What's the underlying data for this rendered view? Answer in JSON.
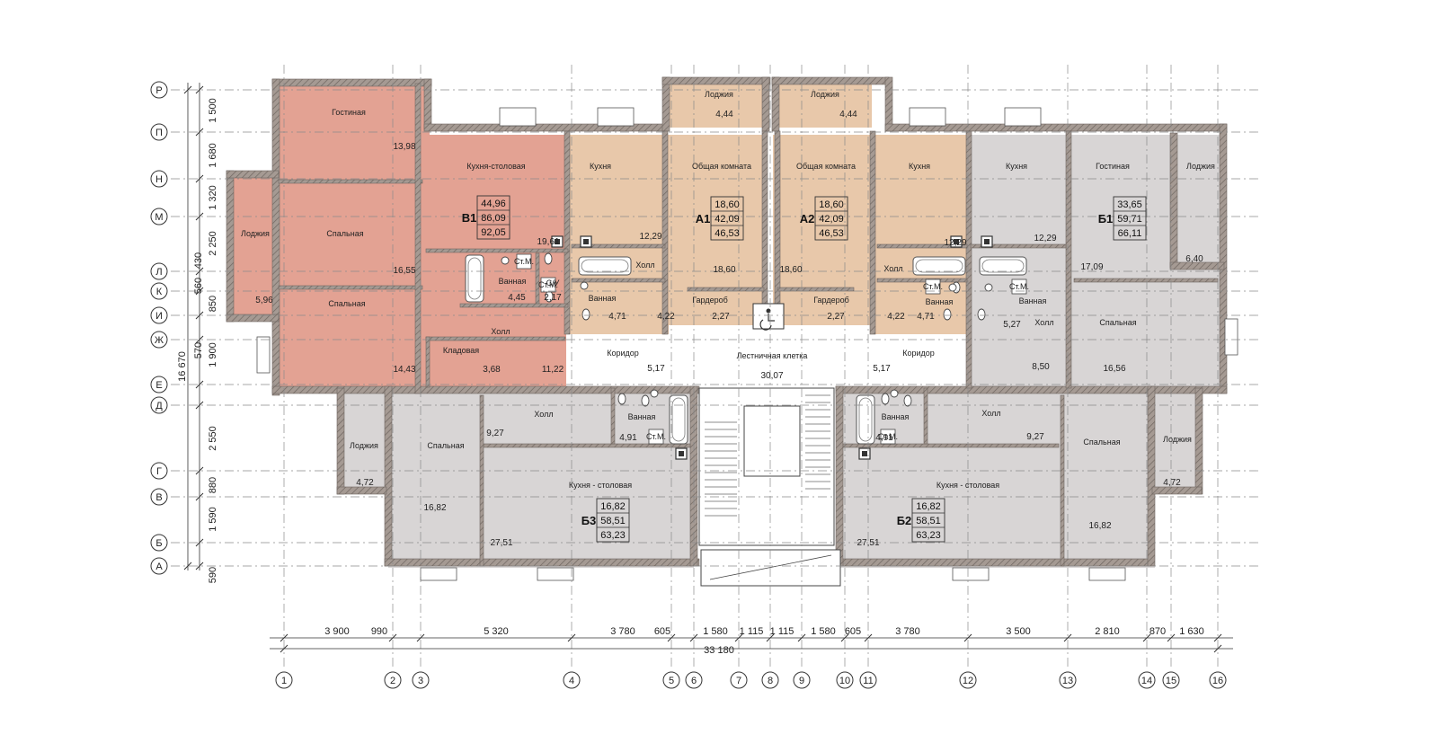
{
  "colors": {
    "wall": "#9a8f89",
    "wall_hatch": "#6f6660",
    "unit_B1": "#e3a293",
    "unit_A": "#e8c8aa",
    "unit_grey": "#d8d5d5",
    "common": "#ffffff",
    "grid_line": "#8a8a8a",
    "dim_line": "#333333"
  },
  "axes": {
    "vertical": [
      "1",
      "2",
      "3",
      "4",
      "5",
      "6",
      "7",
      "8",
      "9",
      "10",
      "11",
      "12",
      "13",
      "14",
      "15",
      "16"
    ],
    "horizontal": [
      "Р",
      "П",
      "Н",
      "М",
      "Л",
      "К",
      "И",
      "Ж",
      "Е",
      "Д",
      "Г",
      "В",
      "Б",
      "А"
    ]
  },
  "dims": {
    "bottom": [
      "3 900",
      "990",
      "5 320",
      "3 780",
      "605",
      "1 580",
      "1 115",
      "1 115",
      "1 580",
      "605",
      "3 780",
      "3 500",
      "2 810",
      "870",
      "1 630"
    ],
    "total_width": "33 180",
    "left_segments": [
      "1 500",
      "1 680",
      "1 320",
      "2 250",
      "430",
      "560",
      "850",
      "570",
      "1 900",
      "2 550",
      "880",
      "1 590",
      "590"
    ],
    "total_height": "16 670"
  },
  "rooms": [
    {
      "id": "r01",
      "name": "Гостиная",
      "area": "13,98"
    },
    {
      "id": "r02",
      "name": "Лоджия",
      "area": "5,96"
    },
    {
      "id": "r03",
      "name": "Спальная",
      "area": "16,55"
    },
    {
      "id": "r04",
      "name": "Спальная",
      "area": "14,43"
    },
    {
      "id": "r05",
      "name": "Кухня-столовая",
      "area": "19,61"
    },
    {
      "id": "r06",
      "name": "Ванная",
      "area": "4,45"
    },
    {
      "id": "r07",
      "name": "С/У",
      "area": "2,17"
    },
    {
      "id": "r08",
      "name": "Кладовая",
      "area": "3,68"
    },
    {
      "id": "r09",
      "name": "Холл",
      "area": "11,22"
    },
    {
      "id": "r10",
      "name": "Кухня",
      "area": "12,29"
    },
    {
      "id": "r11",
      "name": "Ванная",
      "area": "4,71"
    },
    {
      "id": "r12",
      "name": "Холл",
      "area": "4,22"
    },
    {
      "id": "r13",
      "name": "Лоджия",
      "area": "4,44"
    },
    {
      "id": "r14",
      "name": "Общая комната",
      "area": "18,60"
    },
    {
      "id": "r15",
      "name": "Гардероб",
      "area": "2,27"
    },
    {
      "id": "r16",
      "name": "Лоджия",
      "area": "4,44"
    },
    {
      "id": "r17",
      "name": "Общая комната",
      "area": "18,60"
    },
    {
      "id": "r18",
      "name": "Гардероб",
      "area": "2,27"
    },
    {
      "id": "r19",
      "name": "Кухня",
      "area": "12,29"
    },
    {
      "id": "r20",
      "name": "Холл",
      "area": "4,22"
    },
    {
      "id": "r21",
      "name": "Ванная",
      "area": "4,71"
    },
    {
      "id": "r22",
      "name": "Кухня",
      "area": "12,29"
    },
    {
      "id": "r23",
      "name": "Гостиная",
      "area": "17,09"
    },
    {
      "id": "r24",
      "name": "Лоджия",
      "area": "6,40"
    },
    {
      "id": "r25",
      "name": "Ванная",
      "area": "5,27"
    },
    {
      "id": "r26",
      "name": "Холл",
      "area": "8,50"
    },
    {
      "id": "r27",
      "name": "Спальная",
      "area": "16,56"
    },
    {
      "id": "r28",
      "name": "Коридор",
      "area": "5,17"
    },
    {
      "id": "r29",
      "name": "Лестничная клетка",
      "area": "30,07"
    },
    {
      "id": "r30",
      "name": "Коридор",
      "area": "5,17"
    },
    {
      "id": "r31",
      "name": "Лоджия",
      "area": "4,72"
    },
    {
      "id": "r32",
      "name": "Спальная",
      "area": "16,82"
    },
    {
      "id": "r33",
      "name": "Холл",
      "area": "9,27"
    },
    {
      "id": "r34",
      "name": "Ванная",
      "area": "4,91"
    },
    {
      "id": "r35",
      "name": "Кухня - столовая",
      "area": "27,51"
    },
    {
      "id": "r36",
      "name": "Ванная",
      "area": "4,91"
    },
    {
      "id": "r37",
      "name": "Холл",
      "area": "9,27"
    },
    {
      "id": "r38",
      "name": "Кухня - столовая",
      "area": "27,51"
    },
    {
      "id": "r39",
      "name": "Спальная",
      "area": "16,82"
    },
    {
      "id": "r40",
      "name": "Лоджия",
      "area": "4,72"
    }
  ],
  "flats": [
    {
      "code": "В1",
      "a1": "44,96",
      "a2": "86,09",
      "a3": "92,05"
    },
    {
      "code": "А1",
      "a1": "18,60",
      "a2": "42,09",
      "a3": "46,53"
    },
    {
      "code": "А2",
      "a1": "18,60",
      "a2": "42,09",
      "a3": "46,53"
    },
    {
      "code": "Б1",
      "a1": "33,65",
      "a2": "59,71",
      "a3": "66,11"
    },
    {
      "code": "Б3",
      "a1": "16,82",
      "a2": "58,51",
      "a3": "63,23"
    },
    {
      "code": "Б2",
      "a1": "16,82",
      "a2": "58,51",
      "a3": "63,23"
    }
  ],
  "fixture_label": "Ст.М."
}
